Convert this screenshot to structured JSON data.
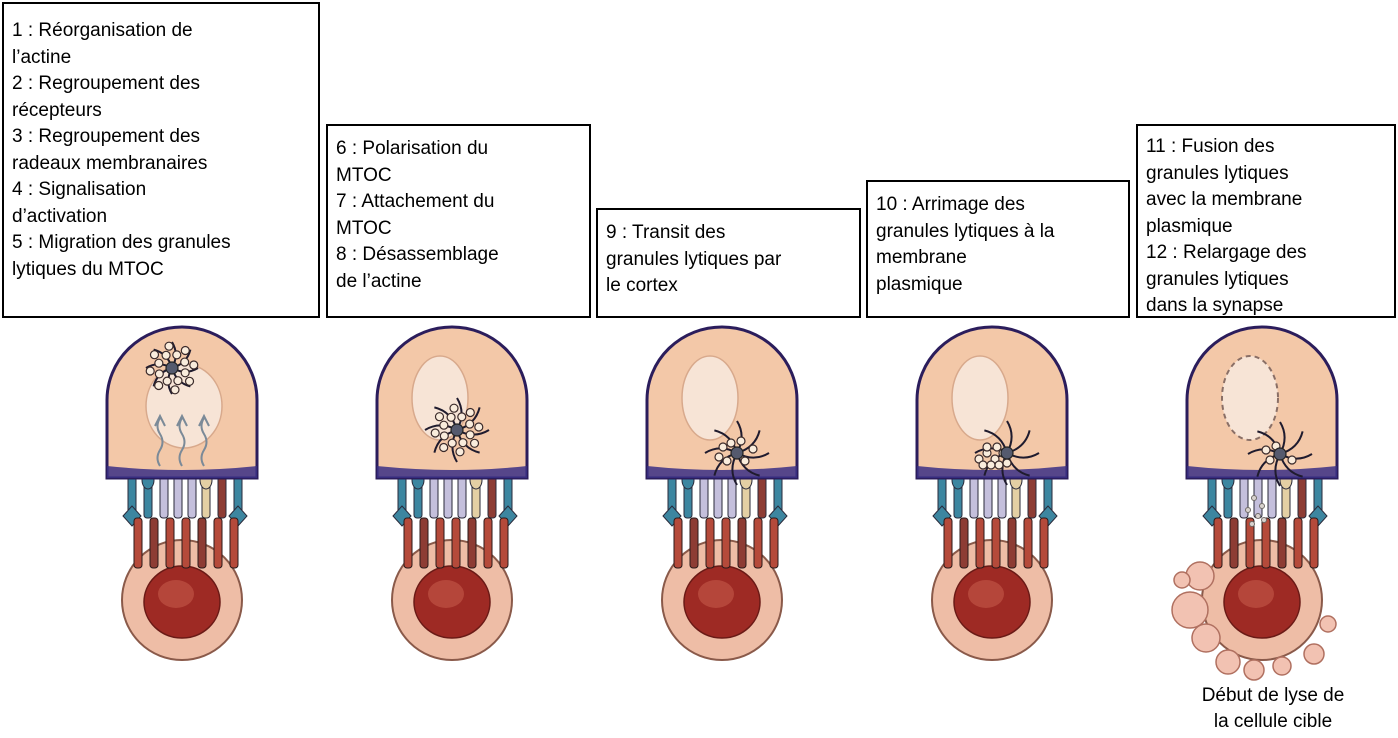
{
  "boxes": [
    {
      "lines": [
        "1 : Réorganisation de",
        "l’actine",
        "2 : Regroupement des",
        "récepteurs",
        "3 : Regroupement des",
        "radeaux membranaires",
        "4 : Signalisation",
        "d’activation",
        "5 : Migration des granules",
        "lytiques du MTOC"
      ]
    },
    {
      "lines": [
        "6 : Polarisation du",
        "MTOC",
        "7 : Attachement du",
        "MTOC",
        "8 : Désassemblage",
        "de l’actine"
      ]
    },
    {
      "lines": [
        "9 : Transit des",
        "granules lytiques par",
        "le cortex"
      ]
    },
    {
      "lines": [
        "10 : Arrimage des",
        "granules lytiques à la",
        "membrane",
        "plasmique"
      ]
    },
    {
      "lines": [
        "11 : Fusion des",
        "granules lytiques",
        "avec la membrane",
        "plasmique",
        "12 : Relargage des",
        "granules lytiques",
        "dans la synapse"
      ]
    }
  ],
  "caption": {
    "lines": [
      "Début de lyse de",
      "la cellule cible"
    ]
  },
  "colors": {
    "cytoplasm": "#f3c8a8",
    "cell_outline": "#2b1d5c",
    "membrane_band": "#3a2f85",
    "nucleus_fill": "#f7e4d6",
    "granule": "#f9ecdc",
    "mtoc": "#555a6e",
    "target_cell": "#eebda6",
    "target_nucleus": "#9e2a24",
    "receptor_red": "#b54a3a",
    "receptor_teal": "#3d86a0",
    "receptor_lilac": "#c4bfdc",
    "receptor_tan": "#e4cfa4",
    "receptor_brown": "#8d3c34"
  }
}
